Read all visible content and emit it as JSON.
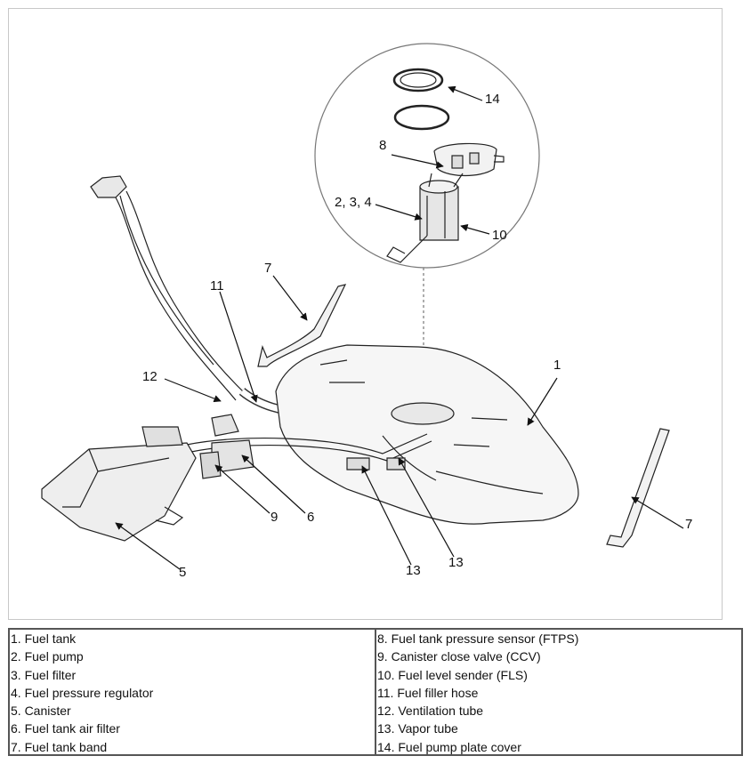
{
  "diagram": {
    "callouts": {
      "c14": "14",
      "c8": "8",
      "c234": "2, 3, 4",
      "c10": "10",
      "c7_top": "7",
      "c11": "11",
      "c12": "12",
      "c1": "1",
      "c9": "9",
      "c6": "6",
      "c5": "5",
      "c13_left": "13",
      "c13_right": "13",
      "c7_right": "7"
    }
  },
  "legend": {
    "left": [
      "1. Fuel tank",
      "2. Fuel pump",
      "3. Fuel filter",
      "4. Fuel pressure regulator",
      "5. Canister",
      "6. Fuel tank air filter",
      "7. Fuel tank band"
    ],
    "right": [
      "8. Fuel tank pressure sensor (FTPS)",
      "9. Canister close valve (CCV)",
      "10. Fuel level sender (FLS)",
      "11. Fuel filler hose",
      "12. Ventilation tube",
      "13. Vapor tube",
      "14. Fuel pump plate cover"
    ]
  }
}
